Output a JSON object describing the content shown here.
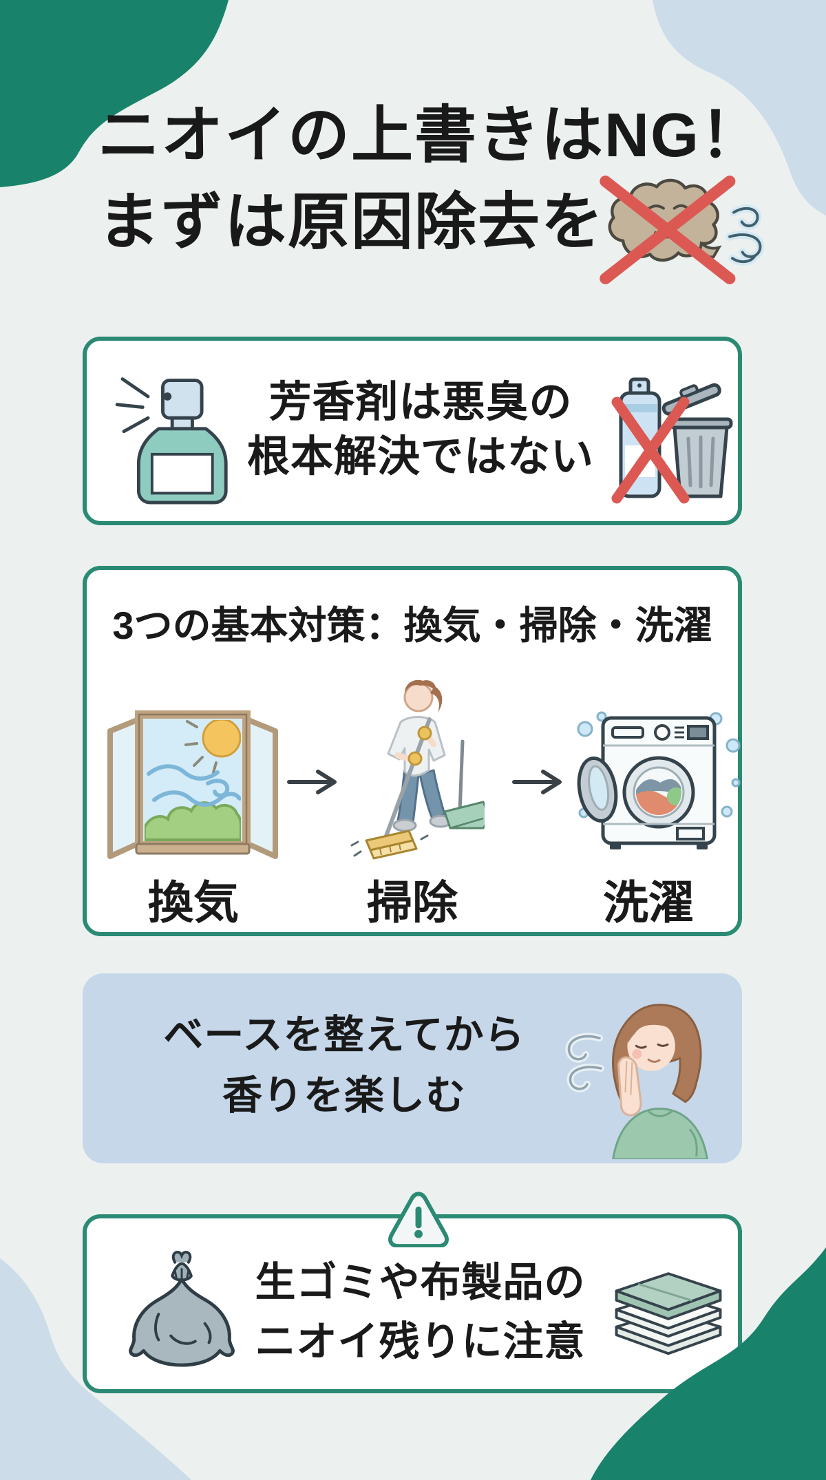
{
  "page": {
    "type": "infographic",
    "language": "ja",
    "topic": "odor removal tips"
  },
  "title": {
    "line1": "ニオイの上書きはNG！",
    "line2": "まずは原因除去を",
    "icon": "crossed-smelly-cloud-icon"
  },
  "air_freshener_card": {
    "line1": "芳香剤は悪臭の",
    "line2": "根本解決ではない",
    "left_icon": "spray-bottle-icon",
    "right_icon": "discarded-spray-in-trash-icon"
  },
  "basics_card": {
    "heading": "3つの基本対策：換気・掃除・洗濯",
    "arrow_icon": "arrow-right-icon",
    "steps": [
      {
        "label": "換気",
        "icon": "open-window-icon"
      },
      {
        "label": "掃除",
        "icon": "sweeping-person-icon"
      },
      {
        "label": "洗濯",
        "icon": "washing-machine-icon"
      }
    ]
  },
  "fragrance_card": {
    "line1": "ベースを整えてから",
    "line2": "香りを楽しむ",
    "icon": "woman-enjoying-scent-icon"
  },
  "caution_card": {
    "line1": "生ゴミや布製品の",
    "line2": "ニオイ残りに注意",
    "top_icon": "warning-triangle-icon",
    "left_icon": "garbage-bag-icon",
    "right_icon": "folded-towels-icon"
  },
  "colors": {
    "background": "#ecf1f0",
    "accent_green": "#18836a",
    "card_border_green": "#2b8a74",
    "corner_blob_blue": "#ccdce8",
    "fragrance_card_bg": "#c5d7e9",
    "alert_red": "#dc5953",
    "text": "#1a1a1a"
  }
}
